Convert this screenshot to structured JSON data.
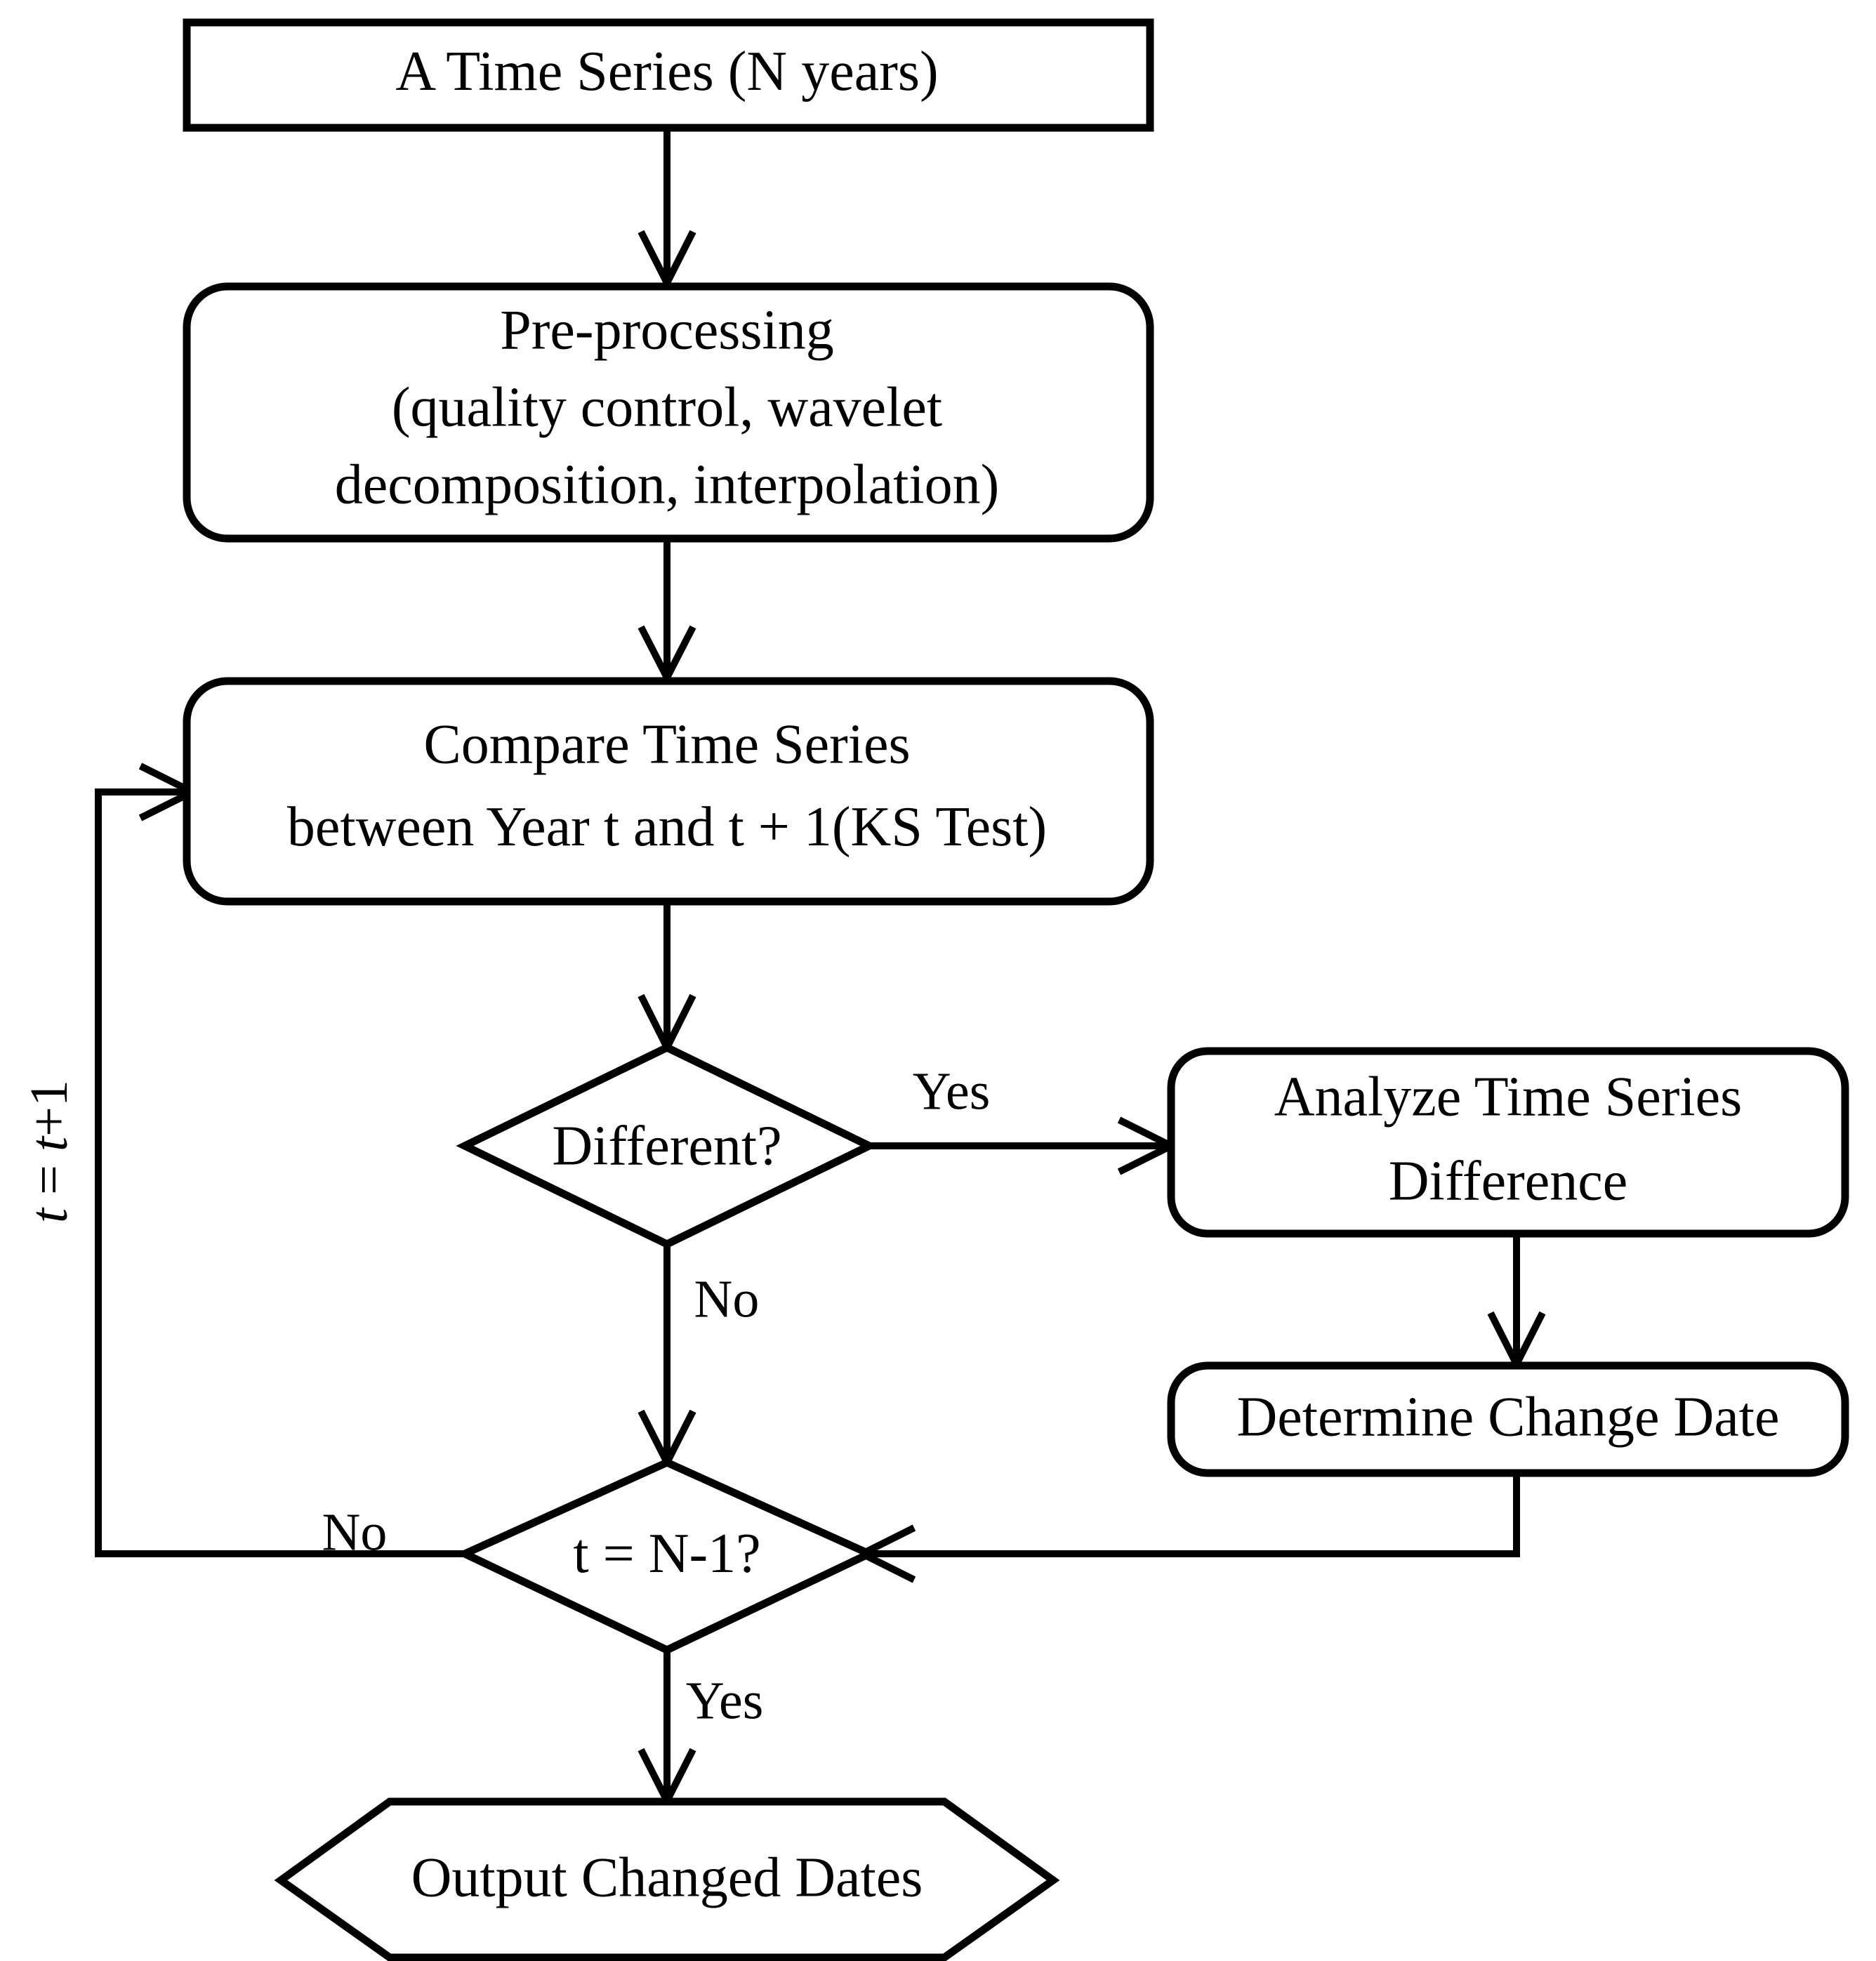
{
  "diagram": {
    "title": "Time Series Change Detection Workflow",
    "type": "flowchart",
    "background_color": "#ffffff",
    "line_color": "#000000"
  },
  "nodes": {
    "start": {
      "shape": "rectangle",
      "label": "A Time  Series (N years)",
      "text_plain": "A Time Series (",
      "text_italic": "N",
      "text_tail": " years)"
    },
    "preprocess": {
      "shape": "rounded-rectangle",
      "line1": "Pre-processing",
      "line2": "(quality control, wavelet",
      "line3": "decomposition, interpolation)"
    },
    "compare": {
      "shape": "rounded-rectangle",
      "line1": "Compare Time  Series",
      "line2_a": "between Year ",
      "line2_t1": "t",
      "line2_b": " and ",
      "line2_t2": "t",
      "line2_c": " + 1(KS Test)"
    },
    "different": {
      "shape": "diamond",
      "label": "Different?"
    },
    "analyze": {
      "shape": "rounded-rectangle",
      "line1": "Analyze Time  Series",
      "line2": "Difference"
    },
    "determine": {
      "shape": "rounded-rectangle",
      "label": "Determine Change Date"
    },
    "loop_check": {
      "shape": "diamond",
      "label_t": "t",
      "label_eq": " = ",
      "label_n": "N",
      "label_tail": "-1?"
    },
    "output": {
      "shape": "hexagon",
      "label": "Output Changed Dates"
    }
  },
  "edges": {
    "start_to_preprocess": {
      "label": ""
    },
    "preprocess_to_compare": {
      "label": ""
    },
    "compare_to_different": {
      "label": ""
    },
    "different_yes": {
      "label": "Yes"
    },
    "different_no": {
      "label": "No"
    },
    "analyze_to_determine": {
      "label": ""
    },
    "determine_to_loopcheck": {
      "label": ""
    },
    "loopcheck_no": {
      "label": "No"
    },
    "loopcheck_yes": {
      "label": "Yes"
    },
    "loop_back": {
      "label_t": "t",
      "label_eq": " = ",
      "label_t2": "t",
      "label_plus": "+1"
    }
  }
}
